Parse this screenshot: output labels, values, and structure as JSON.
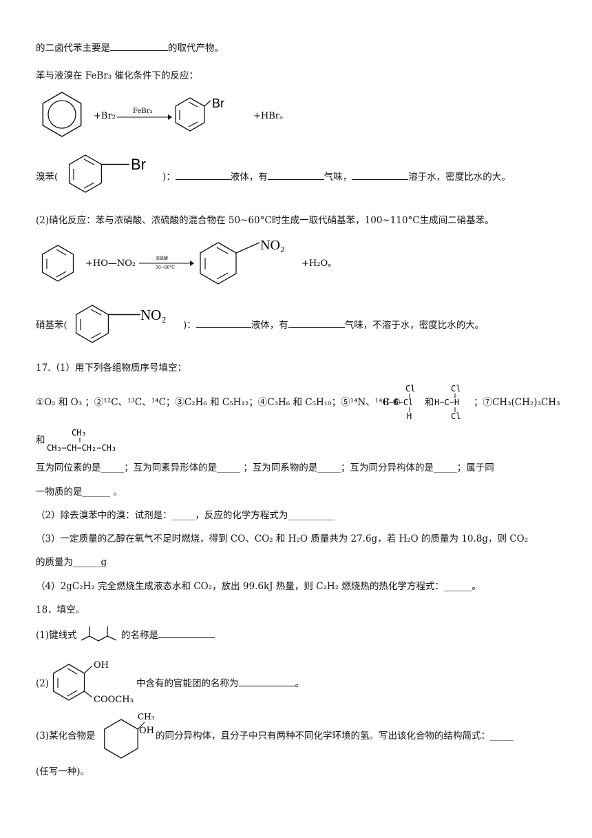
{
  "line1": {
    "a": "的二卤代苯主要是",
    "b": "的取代产物。"
  },
  "line2": "苯与液溴在 FeBr₃ 催化条件下的反应：",
  "rxn1": {
    "reagent": "+Br₂",
    "catalyst": "FeBr₃",
    "substituent": "Br",
    "product_tail": "+HBr。"
  },
  "bromobenzene": {
    "name": "溴苯(",
    "substituent": "Br",
    "a": ")：",
    "b": "液体，有",
    "c": "气味，",
    "d": "溶于水，密度比水的大。"
  },
  "nitration_intro": "(2)硝化反应：苯与浓硝酸、浓硫酸的混合物在 50~60°C时生成一取代硝基苯，100~110°C生成间二硝基苯。",
  "rxn2": {
    "reagent": "+HO—NO₂",
    "cond_top": "浓硫酸",
    "cond_bottom": "50~60°C",
    "substituent": "NO₂",
    "product_tail": "+H₂O。"
  },
  "nitrobenzene": {
    "name": "硝基苯(",
    "substituent": "NO₂",
    "a": ")：",
    "b": "液体，有",
    "c": "气味，不溶于水，密度比水的大。"
  },
  "q17": {
    "title": "17.（1）用下列各组物质序号填空：",
    "items_a": "①O₂ 和 O₃ ；②¹²C、¹³C、¹⁴C；③C₂H₆ 和 C₅H₁₂；④C₃H₆ 和 C₅H₁₀；⑤¹⁴N、¹⁴C ⑥",
    "dichloro_1": {
      "top": "Cl",
      "mid": "H−C−Cl",
      "bottom": "H"
    },
    "and": "和",
    "dichloro_2": {
      "top": "Cl",
      "mid": "H−C−H",
      "bottom": "Cl"
    },
    "items_b": "；⑦CH₃(CH₂)₃CH₃",
    "isobutane_prefix": "和",
    "isobutane_top": "CH₃",
    "isobutane_main": "CH₃−CH−CH₂−CH₃",
    "ask_line1": "互为同位素的是_____；互为同素异形体的是_____ ；互为同系物的是_____；互为同分异构体的是_____；属于同",
    "ask_line2": "一物质的是______ 。",
    "sub2": "（2）除去溴苯中的溴：试剂是：_____，反应的化学方程式为__________",
    "sub3_line1": "（3）一定质量的乙醇在氧气不足时燃烧，得到 CO、CO₂ 和 H₂O 质量共为 27.6g，若 H₂O 的质量为 10.8g，则 CO₂",
    "sub3_line2": "的质量为______g",
    "sub4": "（4）2gC₂H₂ 完全燃烧生成液态水和 CO₂，放出 99.6kJ 热量，则 C₂H₂ 燃烧热的热化学方程式：______。"
  },
  "q18": {
    "title": "18．填空。",
    "p1_a": "(1)键线式",
    "p1_b": "的名称是",
    "p2_a": "(2)",
    "p2_oh": "OH",
    "p2_ester": "COOCH₃",
    "p2_b": "中含有的官能团的名称为",
    "p2_end": "。",
    "p3_a": "(3)某化合物是",
    "p3_ch3": "CH₃",
    "p3_oh": "OH",
    "p3_b": "的同分异构体，且分子中只有两种不同化学环境的氢。写出该化合物的结构简式：_____",
    "p3_c": "(任写一种)。"
  }
}
